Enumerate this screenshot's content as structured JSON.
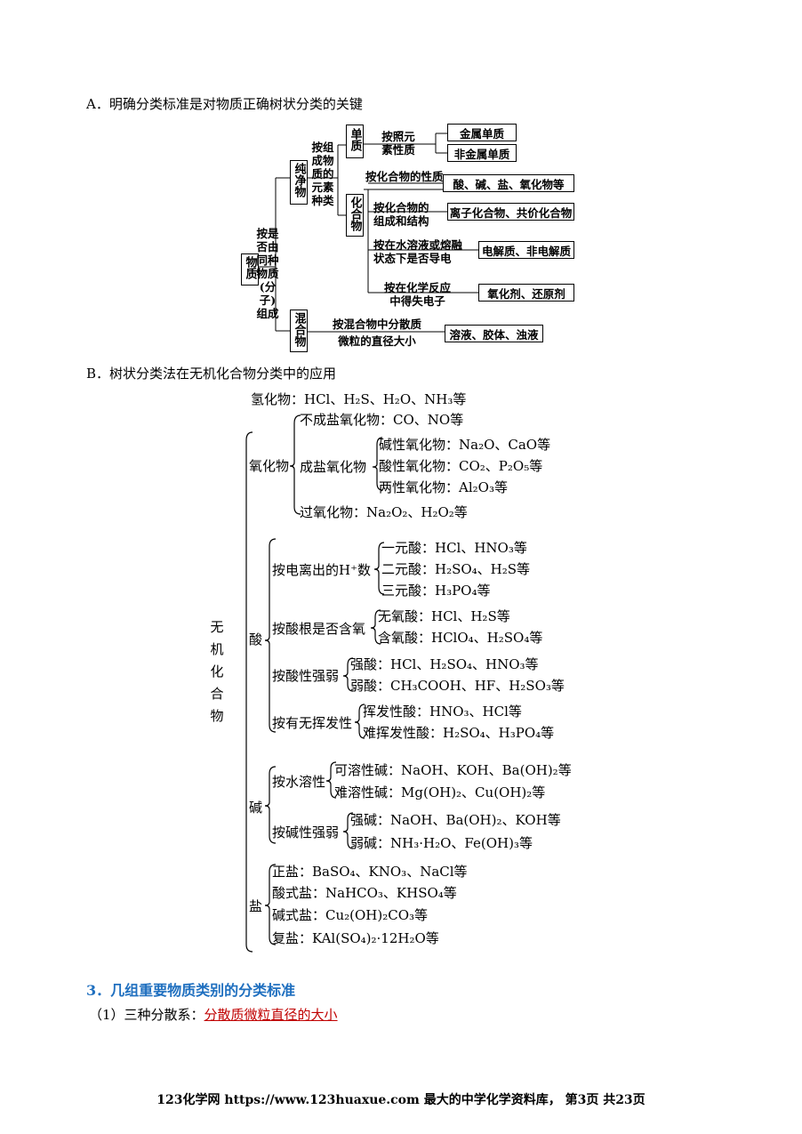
{
  "sectionA": {
    "title": "A．明确分类标准是对物质正确树状分类的关键",
    "root": "物质",
    "rootCriterion": [
      "按是",
      "否由",
      "同种",
      "物质",
      "(分子)",
      "组成"
    ],
    "pure": "纯净物",
    "pureCriterion": [
      "按组",
      "成物",
      "质的",
      "元素",
      "种类"
    ],
    "element": "单质",
    "elementCriterion": [
      "按照元",
      "素性质"
    ],
    "metal": "金属单质",
    "nonmetal": "非金属单质",
    "compound": "化合物",
    "c1": "按化合物的性质",
    "r1": "酸、碱、盐、氧化物等",
    "c2": [
      "按化合物的",
      "组成和结构"
    ],
    "r2": "离子化合物、共价化合物",
    "c3": [
      "按在水溶液或熔融",
      "状态下是否导电"
    ],
    "r3": "电解质、非电解质",
    "c4": [
      "按在化学反应",
      "中得失电子"
    ],
    "r4": "氧化剂、还原剂",
    "mixture": "混合物",
    "mixCriterion": [
      "按混合物中分散质",
      "微粒的直径大小"
    ],
    "mixResult": "溶液、胶体、浊液"
  },
  "sectionB": {
    "title": "B．树状分类法在无机化合物分类中的应用",
    "root": [
      "无",
      "机",
      "化",
      "合",
      "物"
    ],
    "hydride": "氢化物：HCl、H₂S、H₂O、NH₃等",
    "oxide": "氧化物",
    "oxide1": "不成盐氧化物：CO、NO等",
    "oxide2": "成盐氧化物",
    "oxide2a": "碱性氧化物：Na₂O、CaO等",
    "oxide2b": "酸性氧化物：CO₂、P₂O₅等",
    "oxide2c": "两性氧化物：Al₂O₃等",
    "oxide3": "过氧化物：Na₂O₂、H₂O₂等",
    "acid": "酸",
    "acidC1": "按电离出的H⁺数",
    "acid1a": "一元酸：HCl、HNO₃等",
    "acid1b": "二元酸：H₂SO₄、H₂S等",
    "acid1c": "三元酸：H₃PO₄等",
    "acidC2": "按酸根是否含氧",
    "acid2a": "无氧酸：HCl、H₂S等",
    "acid2b": "含氧酸：HClO₄、H₂SO₄等",
    "acidC3": "按酸性强弱",
    "acid3a": "强酸：HCl、H₂SO₄、HNO₃等",
    "acid3b": "弱酸：CH₃COOH、HF、H₂SO₃等",
    "acidC4": "按有无挥发性",
    "acid4a": "挥发性酸：HNO₃、HCl等",
    "acid4b": "难挥发性酸：H₂SO₄、H₃PO₄等",
    "base": "碱",
    "baseC1": "按水溶性",
    "base1a": "可溶性碱：NaOH、KOH、Ba(OH)₂等",
    "base1b": "难溶性碱：Mg(OH)₂、Cu(OH)₂等",
    "baseC2": "按碱性强弱",
    "base2a": "强碱：NaOH、Ba(OH)₂、KOH等",
    "base2b": "弱碱：NH₃·H₂O、Fe(OH)₃等",
    "salt": "盐",
    "salt1": "正盐：BaSO₄、KNO₃、NaCl等",
    "salt2": "酸式盐：NaHCO₃、KHSO₄等",
    "salt3": "碱式盐：Cu₂(OH)₂CO₃等",
    "salt4": "复盐：KAl(SO₄)₂·12H₂O等"
  },
  "section3": {
    "heading": "3．几组重要物质类别的分类标准",
    "item1Label": "（1）三种分散系：",
    "item1Value": "分散质微粒直径的大小"
  },
  "footer": "123化学网 https://www.123huaxue.com 最大的中学化学资料库， 第3页 共23页"
}
